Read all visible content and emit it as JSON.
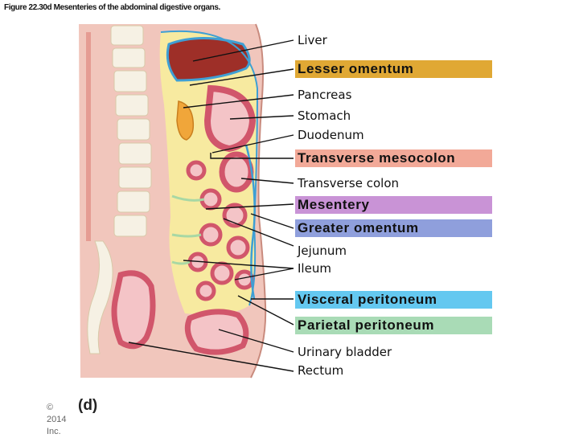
{
  "figure": {
    "title": "Figure 22.30d  Mesenteries of the abdominal digestive organs.",
    "panel_letter": "(d)",
    "copyright_line1": "© 2014",
    "copyright_line2": "Inc."
  },
  "labels": [
    {
      "id": "liver",
      "text": "Liver",
      "highlight": null
    },
    {
      "id": "lesser-omentum",
      "text": "Lesser omentum",
      "highlight": "#e0a834"
    },
    {
      "id": "pancreas",
      "text": "Pancreas",
      "highlight": null
    },
    {
      "id": "stomach",
      "text": "Stomach",
      "highlight": null
    },
    {
      "id": "duodenum",
      "text": "Duodenum",
      "highlight": null
    },
    {
      "id": "transverse-mesocolon",
      "text": "Transverse mesocolon",
      "highlight": "#f2a998"
    },
    {
      "id": "transverse-colon",
      "text": "Transverse colon",
      "highlight": null
    },
    {
      "id": "mesentery",
      "text": "Mesentery",
      "highlight": "#c993d6"
    },
    {
      "id": "greater-omentum",
      "text": "Greater omentum",
      "highlight": "#8f9fdc"
    },
    {
      "id": "jejunum",
      "text": "Jejunum",
      "highlight": null
    },
    {
      "id": "ileum",
      "text": "Ileum",
      "highlight": null
    },
    {
      "id": "visceral-peritoneum",
      "text": "Visceral peritoneum",
      "highlight": "#64c8f0"
    },
    {
      "id": "parietal-peritoneum",
      "text": "Parietal peritoneum",
      "highlight": "#a9dbb6"
    },
    {
      "id": "urinary-bladder",
      "text": "Urinary bladder",
      "highlight": null
    },
    {
      "id": "rectum",
      "text": "Rectum",
      "highlight": null
    }
  ],
  "colors": {
    "body_wall": "#f1c6bc",
    "spine": "#f6f1e4",
    "peritoneal_cavity": "#f7eaa0",
    "liver": "#9e2f28",
    "gut_wall": "#d1566b",
    "gut_lumen": "#f4c4c7",
    "pancreas": "#f0a63a",
    "peritoneum_line": "#3f9fd4",
    "mesentery_line": "#a8d8a4",
    "leader_line": "#111111"
  }
}
